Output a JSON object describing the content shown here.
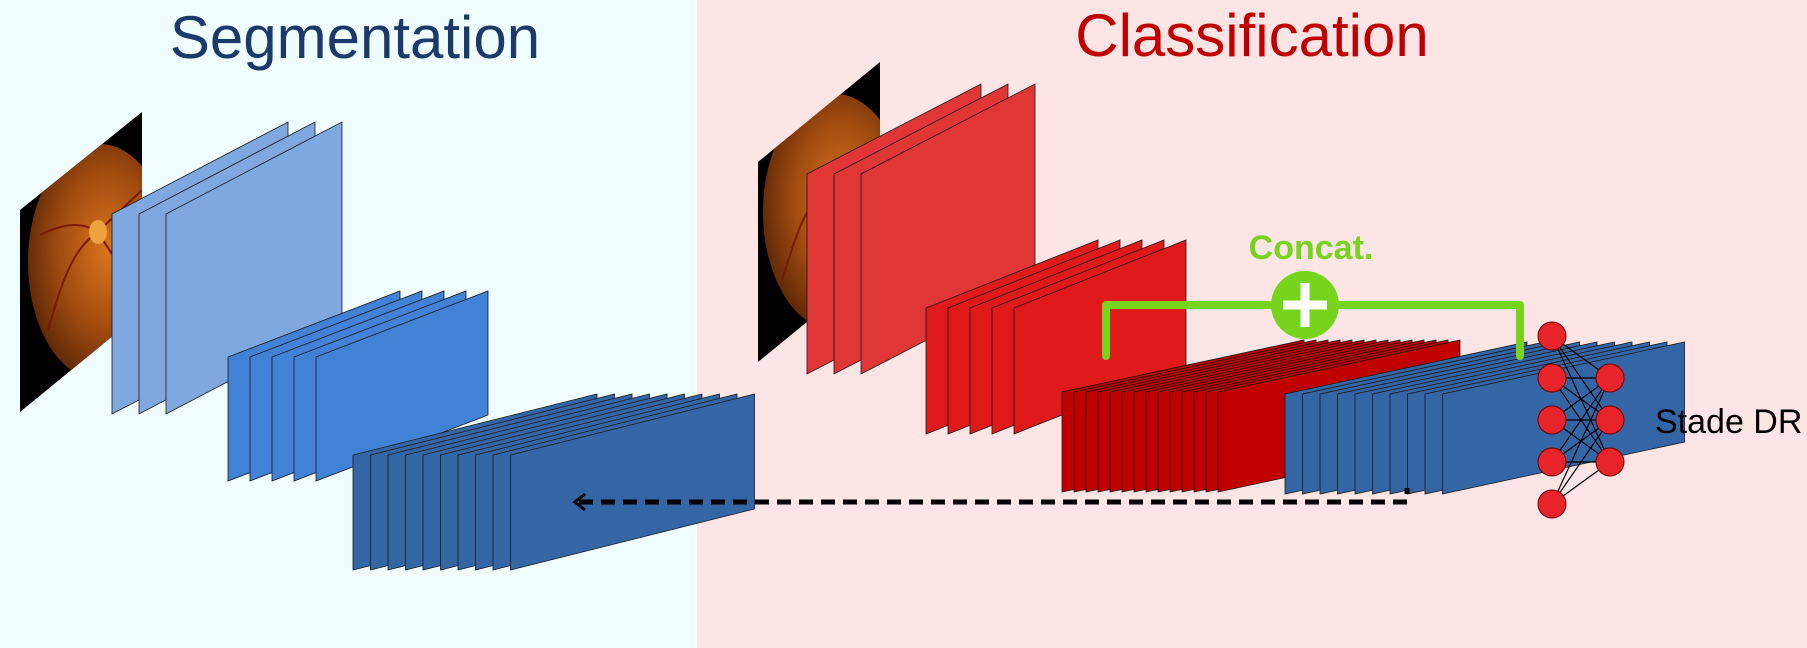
{
  "diagram": {
    "segmentation_title": "Segmentation",
    "classification_title": "Classification",
    "concat_label": "Concat.",
    "output_label": "Stade DR"
  },
  "colors": {
    "segmentation_bg": "#effdfe",
    "classification_bg": "#fde5e6",
    "segmentation_title": "#1b3a6b",
    "classification_title": "#c00000",
    "seg_light_blue": "#7fa8e0",
    "seg_mid_blue": "#4181d6",
    "seg_dark_blue": "#3465a4",
    "cls_light_red": "#e03636",
    "cls_mid_red": "#e01a1a",
    "cls_dark_red": "#c00000",
    "concat_green": "#75d41b",
    "node_red": "#e8242b",
    "skip_line": "#000000"
  },
  "network": {
    "output_nodes_layer1": 5,
    "output_nodes_layer2": 3
  }
}
